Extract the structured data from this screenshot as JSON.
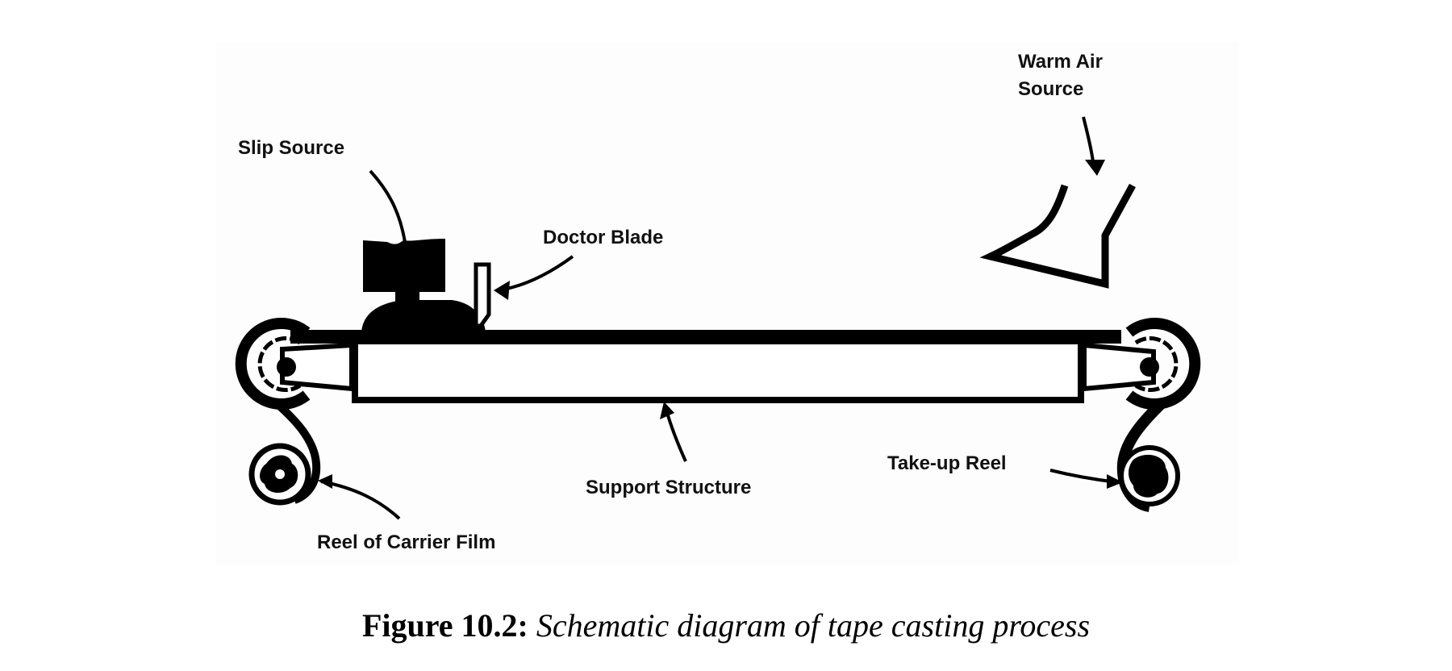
{
  "diagram": {
    "title": "Schematic diagram of tape casting process",
    "labels": {
      "slip_source": "Slip  Source",
      "doctor_blade": "Doctor Blade",
      "warm_air_line1": "Warm Air",
      "warm_air_line2": "Source",
      "support_structure": "Support Structure",
      "take_up_reel": "Take-up Reel",
      "reel_of_carrier_film": "Reel of Carrier Film"
    },
    "colors": {
      "ink": "#000000",
      "background": "#ffffff",
      "panel": "#fdfdfd"
    }
  },
  "caption": {
    "figure_number": "Figure 10.2:",
    "description": "Schematic diagram of tape casting process"
  }
}
